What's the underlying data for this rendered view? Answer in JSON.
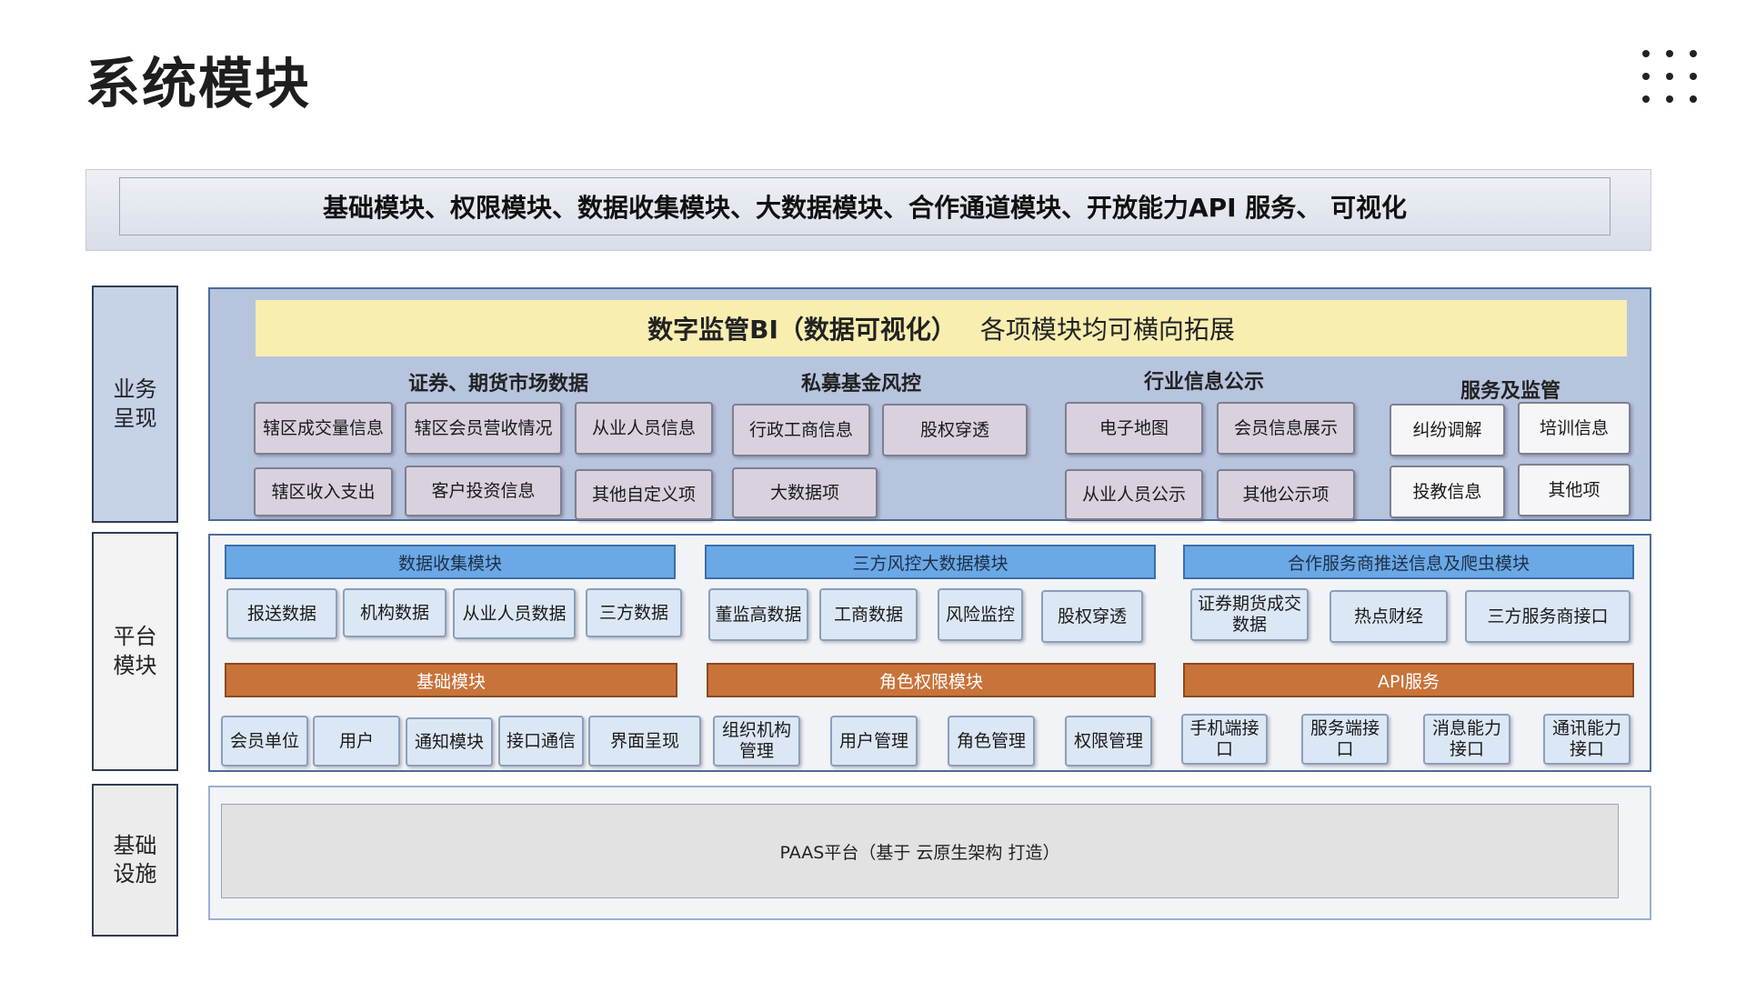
{
  "page": {
    "title": "系统模块"
  },
  "top_banner": {
    "text": "基础模块、权限模块、数据收集模块、大数据模块、合作通道模块、开放能力API 服务、 可视化"
  },
  "layers": {
    "business": "业务\n呈现",
    "platform": "平台\n模块",
    "infra": "基础\n设施"
  },
  "business": {
    "bi_title": "数字监管BI（数据可视化）",
    "bi_subtitle": "各项模块均可横向拓展",
    "groups": {
      "securities": {
        "title": "证券、期货市场数据",
        "items": [
          "辖区成交量信息",
          "辖区会员营收情况",
          "从业人员信息",
          "辖区收入支出",
          "客户投资信息",
          "其他自定义项"
        ]
      },
      "private_fund": {
        "title": "私募基金风控",
        "items": [
          "行政工商信息",
          "股权穿透",
          "大数据项"
        ]
      },
      "industry": {
        "title": "行业信息公示",
        "items": [
          "电子地图",
          "会员信息展示",
          "从业人员公示",
          "其他公示项"
        ]
      },
      "service": {
        "title": "服务及监管",
        "items": [
          "纠纷调解",
          "培训信息",
          "投教信息",
          "其他项"
        ]
      }
    }
  },
  "platform": {
    "bars": {
      "data_collection": "数据收集模块",
      "risk_bigdata": "三方风控大数据模块",
      "partner_push": "合作服务商推送信息及爬虫模块",
      "base": "基础模块",
      "role_permission": "角色权限模块",
      "api": "API服务"
    },
    "data_collection_items": [
      "报送数据",
      "机构数据",
      "从业人员数据",
      "三方数据"
    ],
    "risk_items": [
      "董监高数据",
      "工商数据",
      "风险监控",
      "股权穿透"
    ],
    "partner_items": [
      "证券期货成交数据",
      "热点财经",
      "三方服务商接口"
    ],
    "base_items": [
      "会员单位",
      "用户",
      "通知模块",
      "接口通信",
      "界面呈现"
    ],
    "role_items": [
      "组织机构管理",
      "用户管理",
      "角色管理",
      "权限管理"
    ],
    "api_items": [
      "手机端接口",
      "服务端接口",
      "消息能力接口",
      "通讯能力接口"
    ]
  },
  "infra": {
    "paas": "PAAS平台（基于 云原生架构 打造）"
  },
  "colors": {
    "bi_header": "#f7eeb0",
    "blue_bar": "#6aa8e6",
    "orange_bar": "#c8733a",
    "business_panel": "#b7c4de"
  }
}
